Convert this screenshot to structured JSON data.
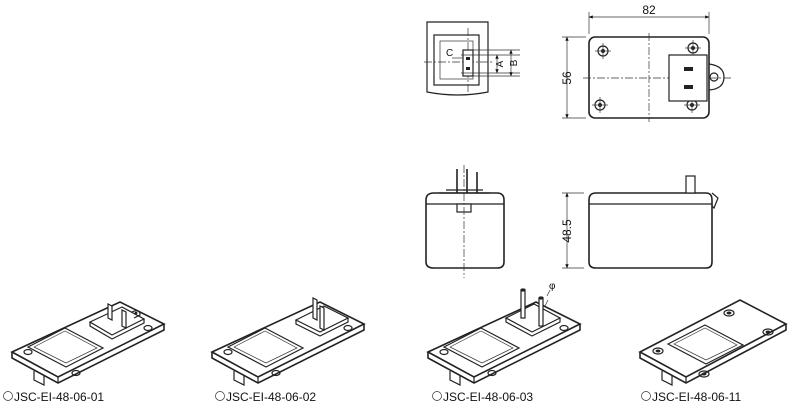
{
  "dimensions": {
    "width": "82",
    "height": "56",
    "depth": "48.5",
    "label_a": "A",
    "label_b": "B",
    "label_c": "C",
    "pin_diameter": "φ"
  },
  "models": [
    {
      "label": "JSC-EI-48-06-01"
    },
    {
      "label": "JSC-EI-48-06-02"
    },
    {
      "label": "JSC-EI-48-06-03"
    },
    {
      "label": "JSC-EI-48-06-11"
    }
  ]
}
